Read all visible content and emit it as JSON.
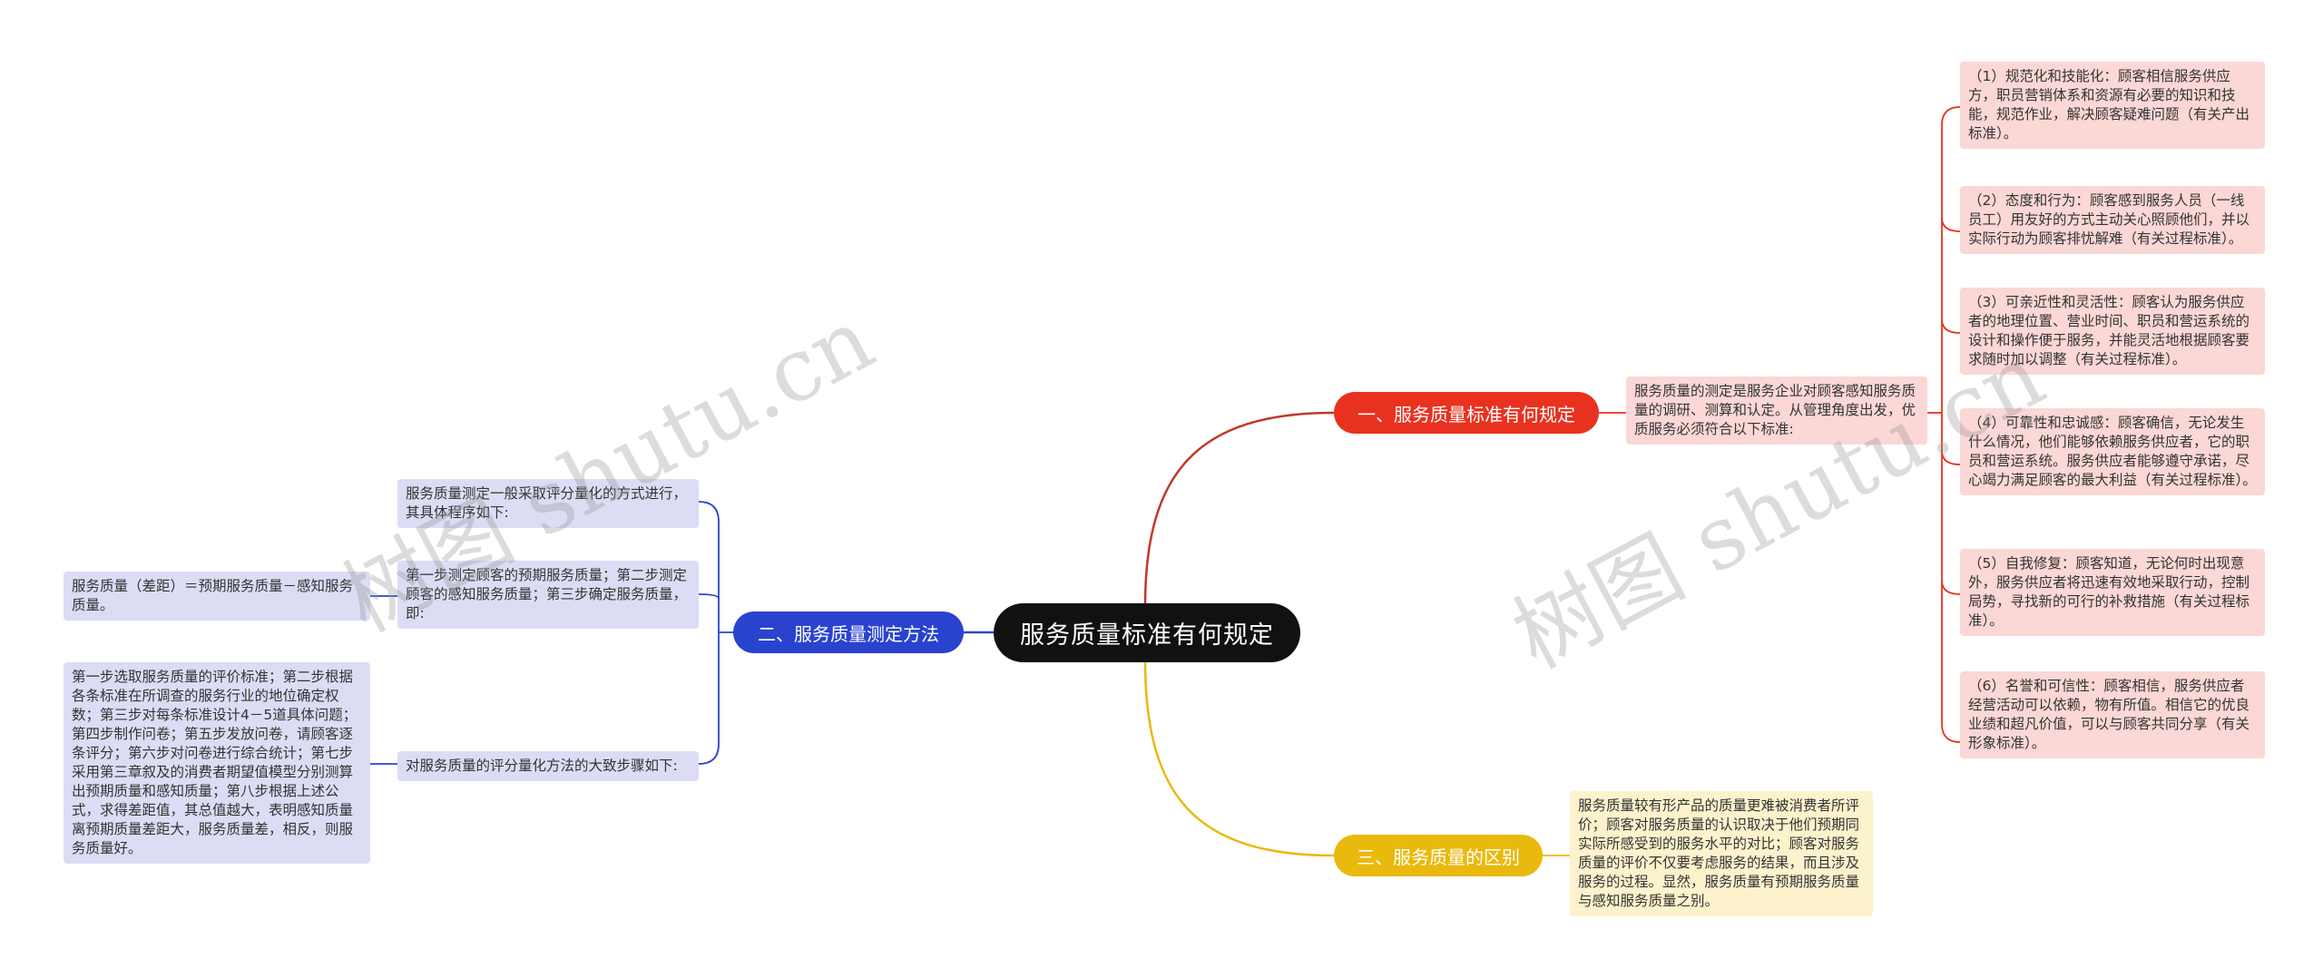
{
  "root": {
    "title": "服务质量标准有何规定"
  },
  "branches": {
    "b1": {
      "label": "一、服务质量标准有何规定",
      "intro": "服务质量的测定是服务企业对顾客感知服务质量的调研、测算和认定。从管理角度出发，优质服务必须符合以下标准:",
      "items": [
        "（1）规范化和技能化：顾客相信服务供应方，职员营销体系和资源有必要的知识和技能，规范作业，解决顾客疑难问题（有关产出标准）。",
        "（2）态度和行为：顾客感到服务人员（一线员工）用友好的方式主动关心照顾他们，并以实际行动为顾客排忧解难（有关过程标准）。",
        "（3）可亲近性和灵活性：顾客认为服务供应者的地理位置、营业时间、职员和营运系统的设计和操作便于服务，并能灵活地根据顾客要求随时加以调整（有关过程标准）。",
        "（4）可靠性和忠诚感：顾客确信，无论发生什么情况，他们能够依赖服务供应者，它的职员和营运系统。服务供应者能够遵守承诺，尽心竭力满足顾客的最大利益（有关过程标准）。",
        "（5）自我修复：顾客知道，无论何时出现意外，服务供应者将迅速有效地采取行动，控制局势，寻找新的可行的补救措施（有关过程标准）。",
        "（6）名誉和可信性：顾客相信，服务供应者经营活动可以依赖，物有所值。相信它的优良业绩和超凡价值，可以与顾客共同分享（有关形象标准）。"
      ]
    },
    "b2": {
      "label": "二、服务质量测定方法",
      "items": [
        "服务质量测定一般采取评分量化的方式进行，其具体程序如下:",
        "第一步测定顾客的预期服务质量；第二步测定顾客的感知服务质量；第三步确定服务质量，即:",
        "对服务质量的评分量化方法的大致步骤如下:"
      ],
      "sub": [
        "服务质量（差距）＝预期服务质量－感知服务质量。",
        "第一步选取服务质量的评价标准；第二步根据各条标准在所调查的服务行业的地位确定权数；第三步对每条标准设计4－5道具体问题；第四步制作问卷；第五步发放问卷，请顾客逐条评分；第六步对问卷进行综合统计；第七步采用第三章叙及的消费者期望值模型分别测算出预期质量和感知质量；第八步根据上述公式，求得差距值，其总值越大，表明感知质量离预期质量差距大，服务质量差，相反，则服务质量好。"
      ]
    },
    "b3": {
      "label": "三、服务质量的区别",
      "items": [
        "服务质量较有形产品的质量更难被消费者所评价；顾客对服务质量的认识取决于他们预期同实际所感受到的服务水平的对比；顾客对服务质量的评价不仅要考虑服务的结果，而且涉及服务的过程。显然，服务质量有预期服务质量与感知服务质量之别。"
      ]
    }
  },
  "colors": {
    "b1": "#e8321f",
    "b2": "#2a43cf",
    "b3": "#e9b90d",
    "root": "#111111"
  },
  "watermarks": [
    "树图 shutu.cn",
    "树图 shutu.cn"
  ]
}
